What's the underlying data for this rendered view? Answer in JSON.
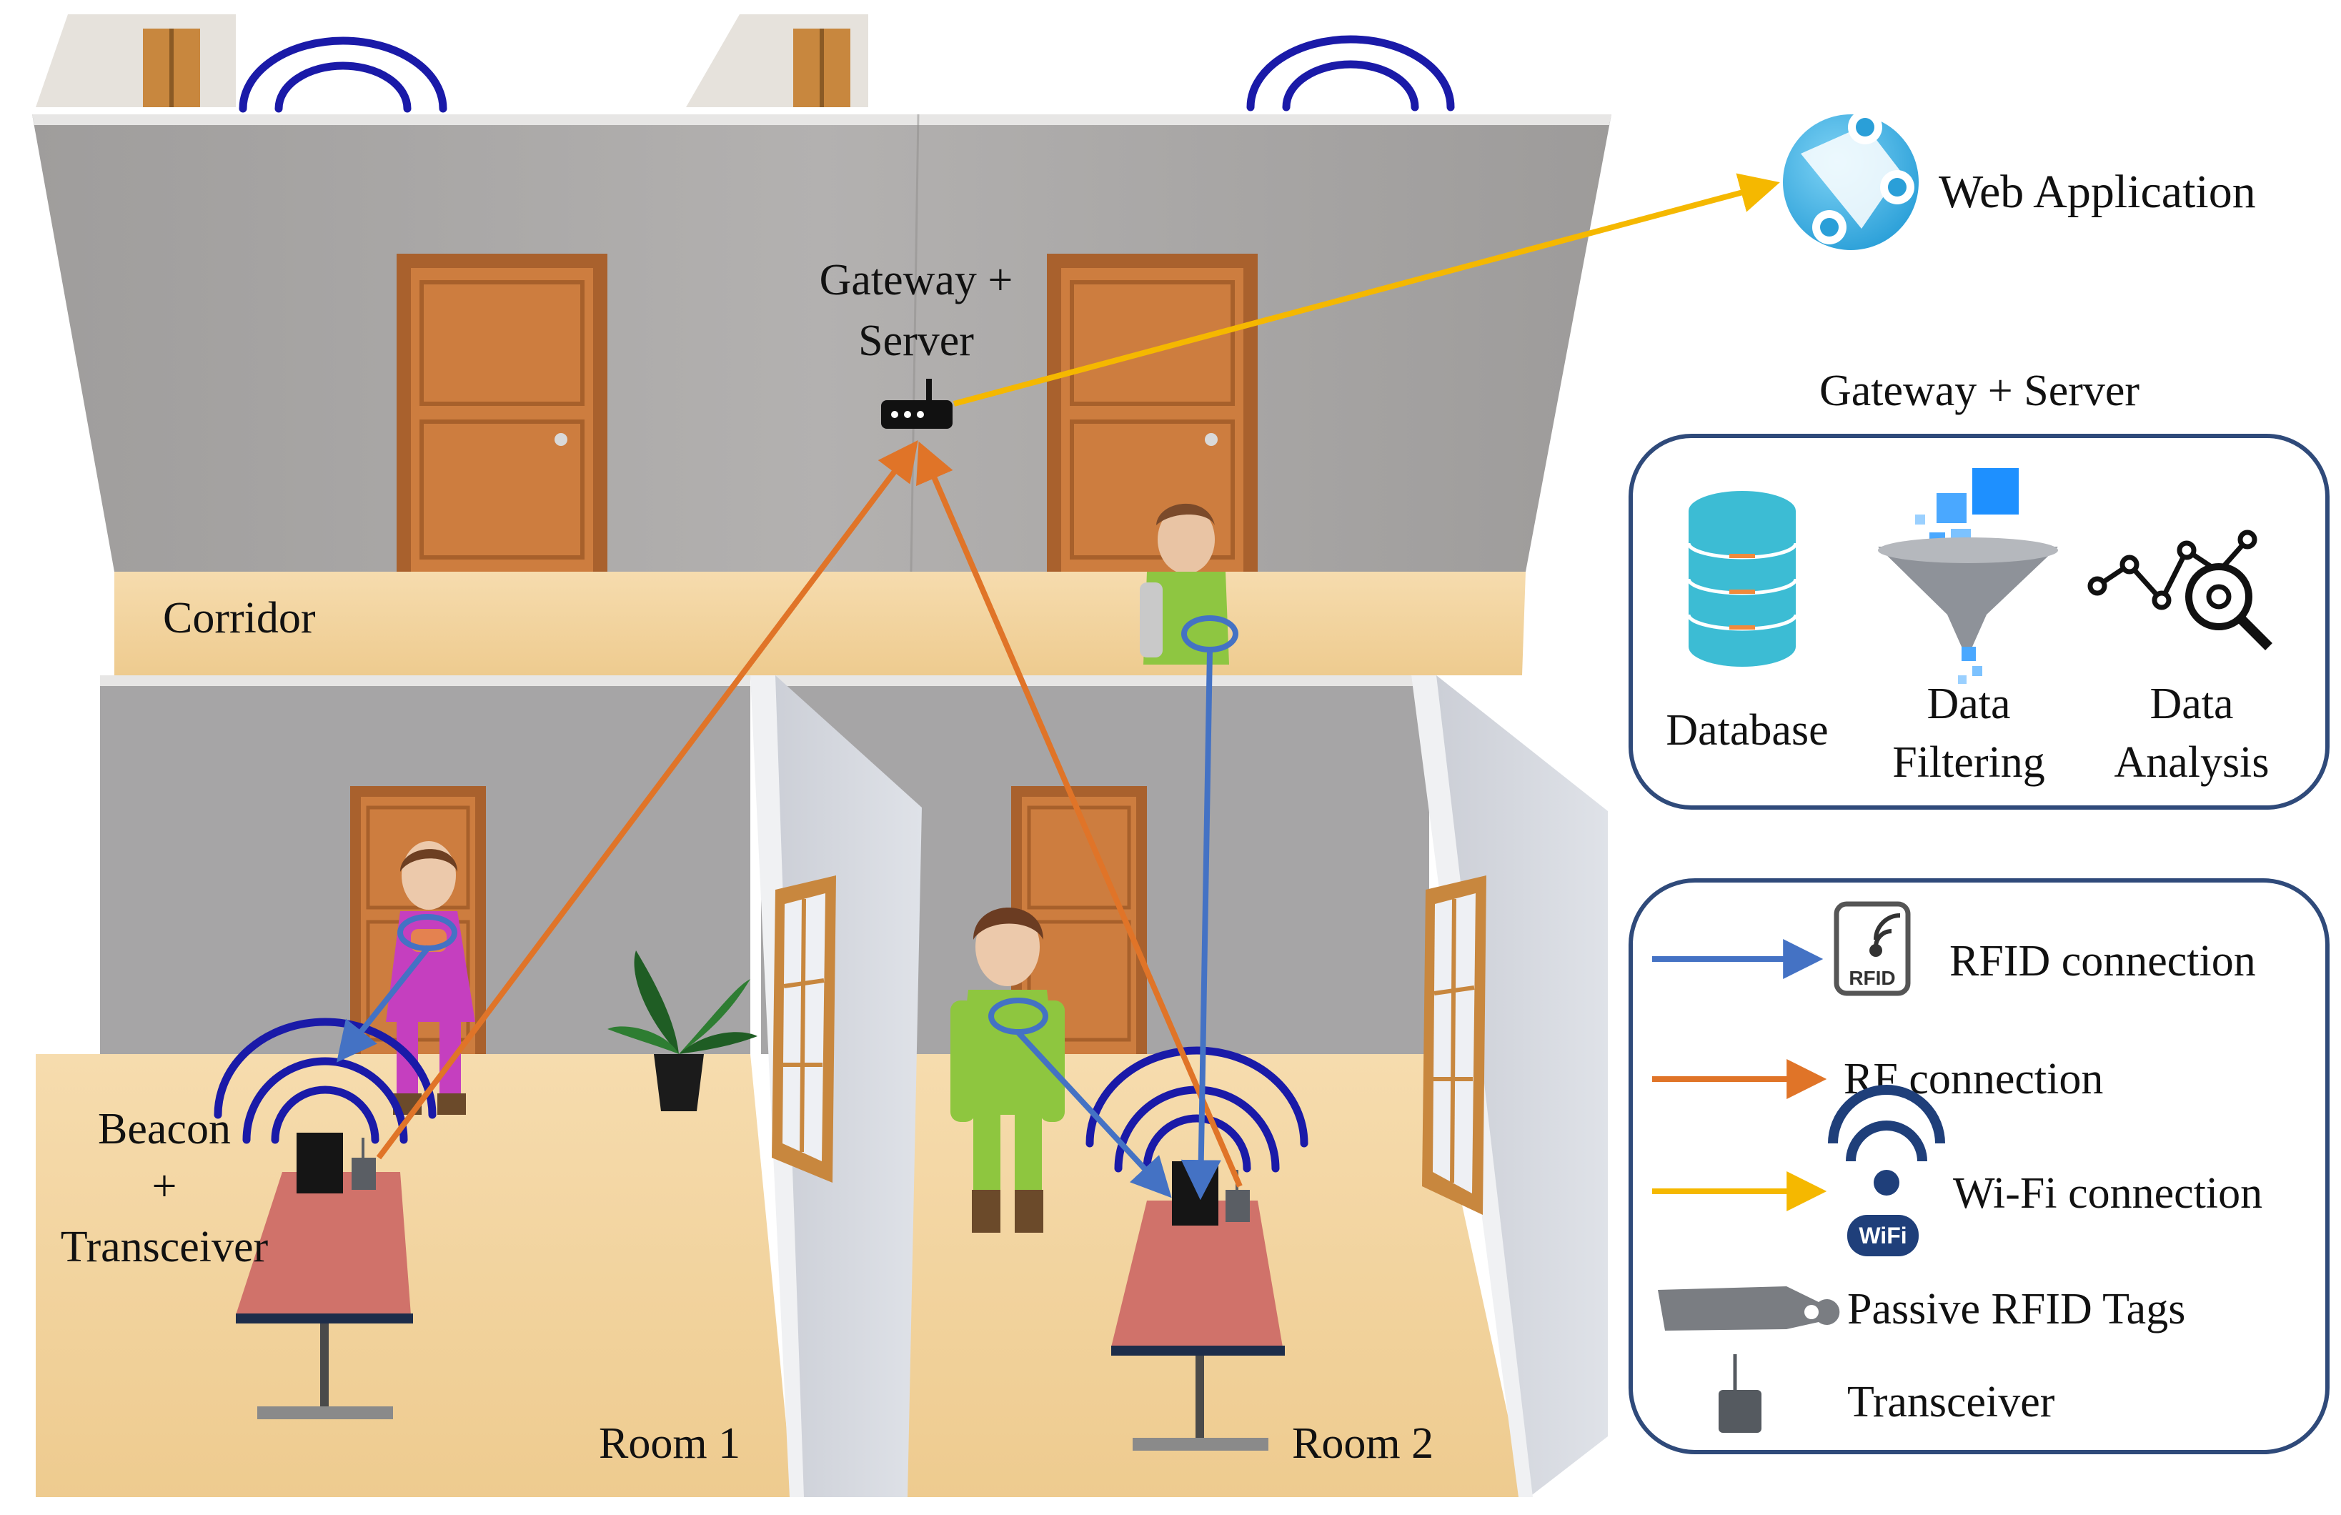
{
  "labels": {
    "gateway_line1": "Gateway +",
    "gateway_line2": "Server",
    "corridor": "Corridor",
    "beacon_line1": "Beacon",
    "beacon_line2": "+",
    "beacon_line3": "Transceiver",
    "room1": "Room 1",
    "room2": "Room 2",
    "web_application": "Web Application",
    "server_panel_title": "Gateway + Server"
  },
  "server_panel": {
    "items": [
      {
        "icon": "database-icon",
        "line1": "Database",
        "line2": ""
      },
      {
        "icon": "funnel-icon",
        "line1": "Data",
        "line2": "Filtering"
      },
      {
        "icon": "analytics-icon",
        "line1": "Data",
        "line2": "Analysis"
      }
    ]
  },
  "legend": {
    "items": [
      {
        "label": "RFID connection",
        "color": "#4472c4",
        "icon": "rfid-icon"
      },
      {
        "label": "RF connection",
        "color": "#e07428",
        "icon": ""
      },
      {
        "label": "Wi-Fi connection",
        "color": "#f5b800",
        "icon": "wifi-icon"
      },
      {
        "label": "Passive RFID Tags",
        "color": "#7a7d82",
        "icon": "rfid-tag-icon"
      },
      {
        "label": "Transceiver",
        "color": "#555a60",
        "icon": "transceiver-icon"
      }
    ],
    "wifi_badge_text": "WiFi",
    "rfid_icon_text": "RFID"
  },
  "colors": {
    "rfid": "#4472c4",
    "rf": "#e07428",
    "wifi": "#f5b800",
    "wave": "#1a1aa8",
    "panel_border": "#2f4a7a",
    "wall": "#a7a5a5",
    "floor": "#f3d49f",
    "door": "#c8783c",
    "table": "#d0726a"
  }
}
